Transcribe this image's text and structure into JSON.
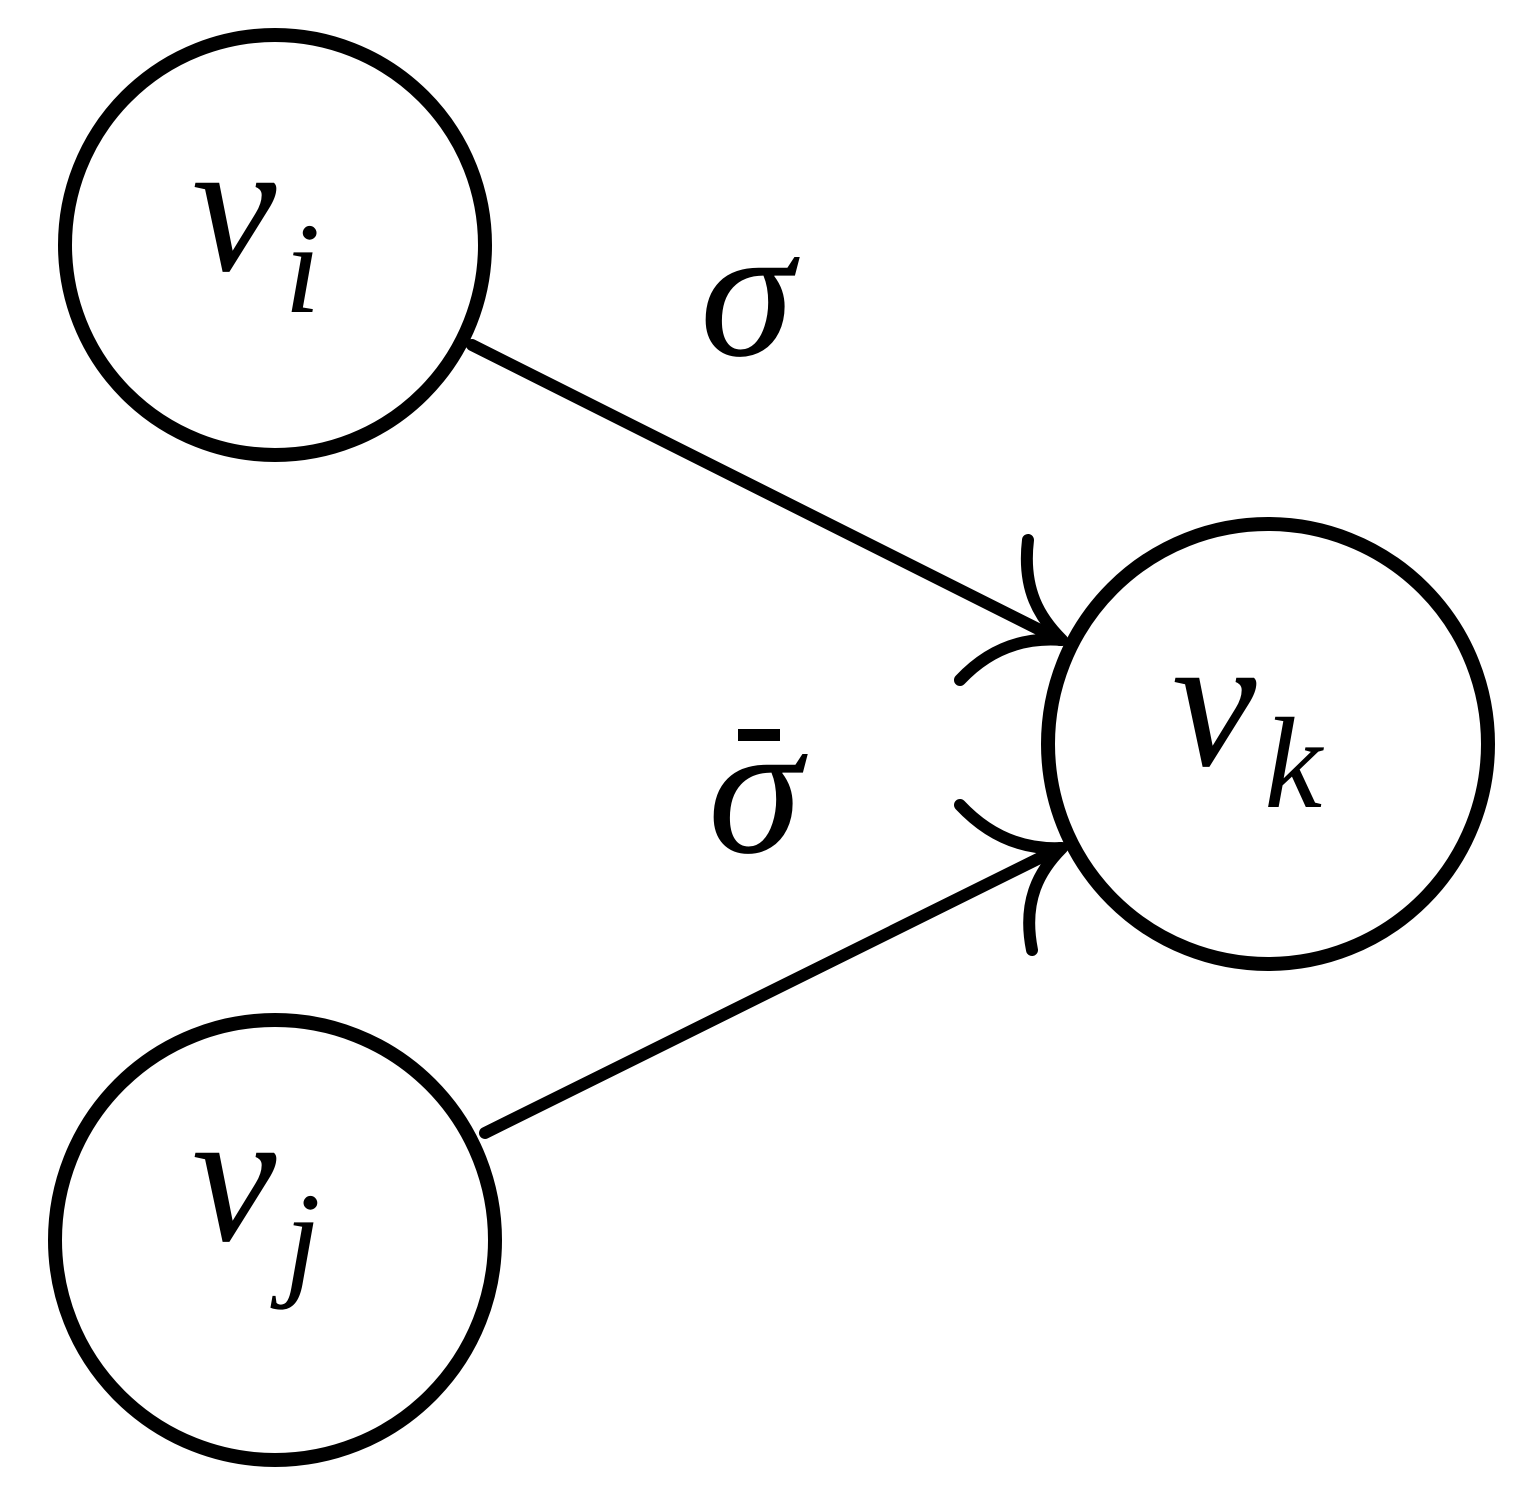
{
  "nodes": {
    "vi": {
      "symbol": "v",
      "subscript": "i"
    },
    "vj": {
      "symbol": "v",
      "subscript": "j"
    },
    "vk": {
      "symbol": "v",
      "subscript": "k"
    }
  },
  "edges": {
    "upper": {
      "label": "σ"
    },
    "lower": {
      "label": "σ"
    }
  },
  "colors": {
    "stroke": "#000000",
    "background": "#ffffff"
  }
}
